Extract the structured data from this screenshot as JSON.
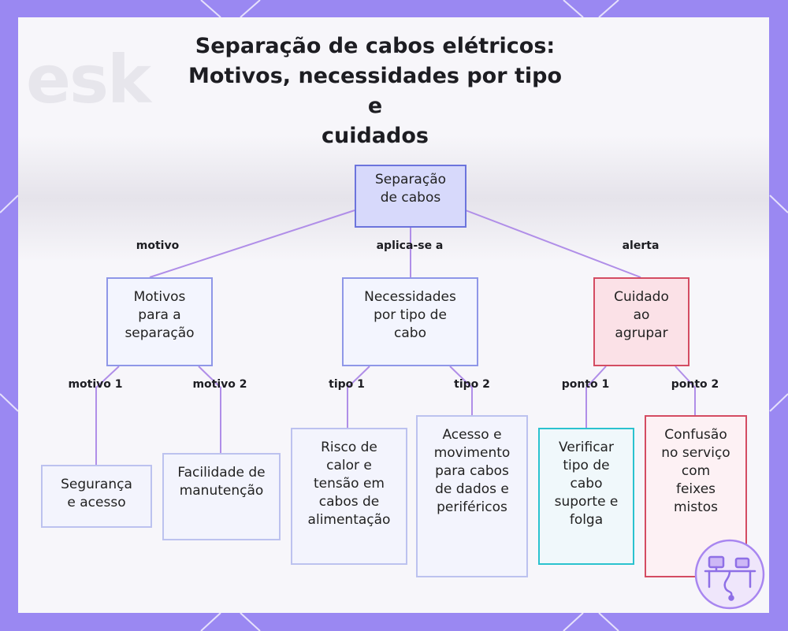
{
  "title_lines": [
    "Separação de cabos elétricos:",
    "Motivos, necessidades por tipo e",
    "cuidados"
  ],
  "background_text": "esk",
  "colors": {
    "frame": "#9a88f2",
    "connector": "#b08ee8",
    "root_fill": "#d7d9fb",
    "alert_border": "#d44c62",
    "cyan_border": "#2bc2cf"
  },
  "nodes": {
    "root": "Separação de cabos",
    "reasons": "Motivos para a separação",
    "needs": "Necessidades por tipo de cabo",
    "care": "Cuidado ao agrupar",
    "safety": "Segurança e acesso",
    "maintenance": "Facilidade de manutenção",
    "heat_risk": "Risco de calor e tensão em cabos de alimentação",
    "access_movement": "Acesso e movimento para cabos de dados e periféricos",
    "verify": "Verificar tipo de cabo suporte e folga",
    "confusion": "Confusão no serviço com feixes mistos"
  },
  "edges": {
    "motivo": "motivo",
    "aplica": "aplica-se a",
    "alerta": "alerta",
    "motivo1": "motivo 1",
    "motivo2": "motivo 2",
    "tipo1": "tipo 1",
    "tipo2": "tipo 2",
    "ponto1": "ponto 1",
    "ponto2": "ponto 2"
  },
  "icons": {
    "badge": "workstation-cable-icon"
  }
}
